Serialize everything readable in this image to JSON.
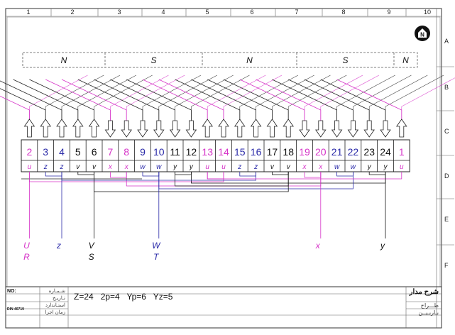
{
  "colors": {
    "black": "#111111",
    "magenta": "#d633c8",
    "blue": "#2a2aa8",
    "grid": "#666666"
  },
  "frame": {
    "columns": [
      "1",
      "2",
      "3",
      "4",
      "5",
      "6",
      "7",
      "8",
      "9",
      "10"
    ],
    "rows": [
      "A",
      "B",
      "C",
      "D",
      "E",
      "F"
    ],
    "corner_icon": "circle-n-icon",
    "corner_icon_letter": "N"
  },
  "poles": [
    "N",
    "S",
    "N",
    "S",
    "N"
  ],
  "slots": [
    {
      "n": "2",
      "tag": "u",
      "color": "magenta"
    },
    {
      "n": "3",
      "tag": "z",
      "color": "blue"
    },
    {
      "n": "4",
      "tag": "z",
      "color": "blue"
    },
    {
      "n": "5",
      "tag": "v",
      "color": "black"
    },
    {
      "n": "6",
      "tag": "v",
      "color": "black"
    },
    {
      "n": "7",
      "tag": "x",
      "color": "magenta"
    },
    {
      "n": "8",
      "tag": "x",
      "color": "magenta"
    },
    {
      "n": "9",
      "tag": "w",
      "color": "blue"
    },
    {
      "n": "10",
      "tag": "w",
      "color": "blue"
    },
    {
      "n": "11",
      "tag": "y",
      "color": "black"
    },
    {
      "n": "12",
      "tag": "y",
      "color": "black"
    },
    {
      "n": "13",
      "tag": "u",
      "color": "magenta"
    },
    {
      "n": "14",
      "tag": "u",
      "color": "magenta"
    },
    {
      "n": "15",
      "tag": "z",
      "color": "blue"
    },
    {
      "n": "16",
      "tag": "z",
      "color": "blue"
    },
    {
      "n": "17",
      "tag": "v",
      "color": "black"
    },
    {
      "n": "18",
      "tag": "v",
      "color": "black"
    },
    {
      "n": "19",
      "tag": "x",
      "color": "magenta"
    },
    {
      "n": "20",
      "tag": "x",
      "color": "magenta"
    },
    {
      "n": "21",
      "tag": "w",
      "color": "blue"
    },
    {
      "n": "22",
      "tag": "w",
      "color": "blue"
    },
    {
      "n": "23",
      "tag": "y",
      "color": "black"
    },
    {
      "n": "24",
      "tag": "y",
      "color": "black"
    },
    {
      "n": "1",
      "tag": "u",
      "color": "magenta"
    }
  ],
  "leads": [
    {
      "label": "U",
      "sub": "R",
      "color": "magenta"
    },
    {
      "label": "z",
      "sub": "",
      "color": "blue"
    },
    {
      "label": "V",
      "sub": "S",
      "color": "black"
    },
    {
      "label": "W",
      "sub": "T",
      "color": "blue"
    },
    {
      "label": "x",
      "sub": "",
      "color": "magenta"
    },
    {
      "label": "y",
      "sub": "",
      "color": "black"
    }
  ],
  "title_block": {
    "no_label": "NO:",
    "din_label": "DIN 40719",
    "fa_rows": [
      "شـمـاره",
      "تـاريـخ",
      "استـاندارد",
      "زمان اجرا"
    ],
    "formula": "Z=24   2p=4   Yp=6   Yz=5",
    "title": "شرح مدار",
    "right_rows": [
      "طـــراح",
      "بـاربـيــن"
    ]
  }
}
